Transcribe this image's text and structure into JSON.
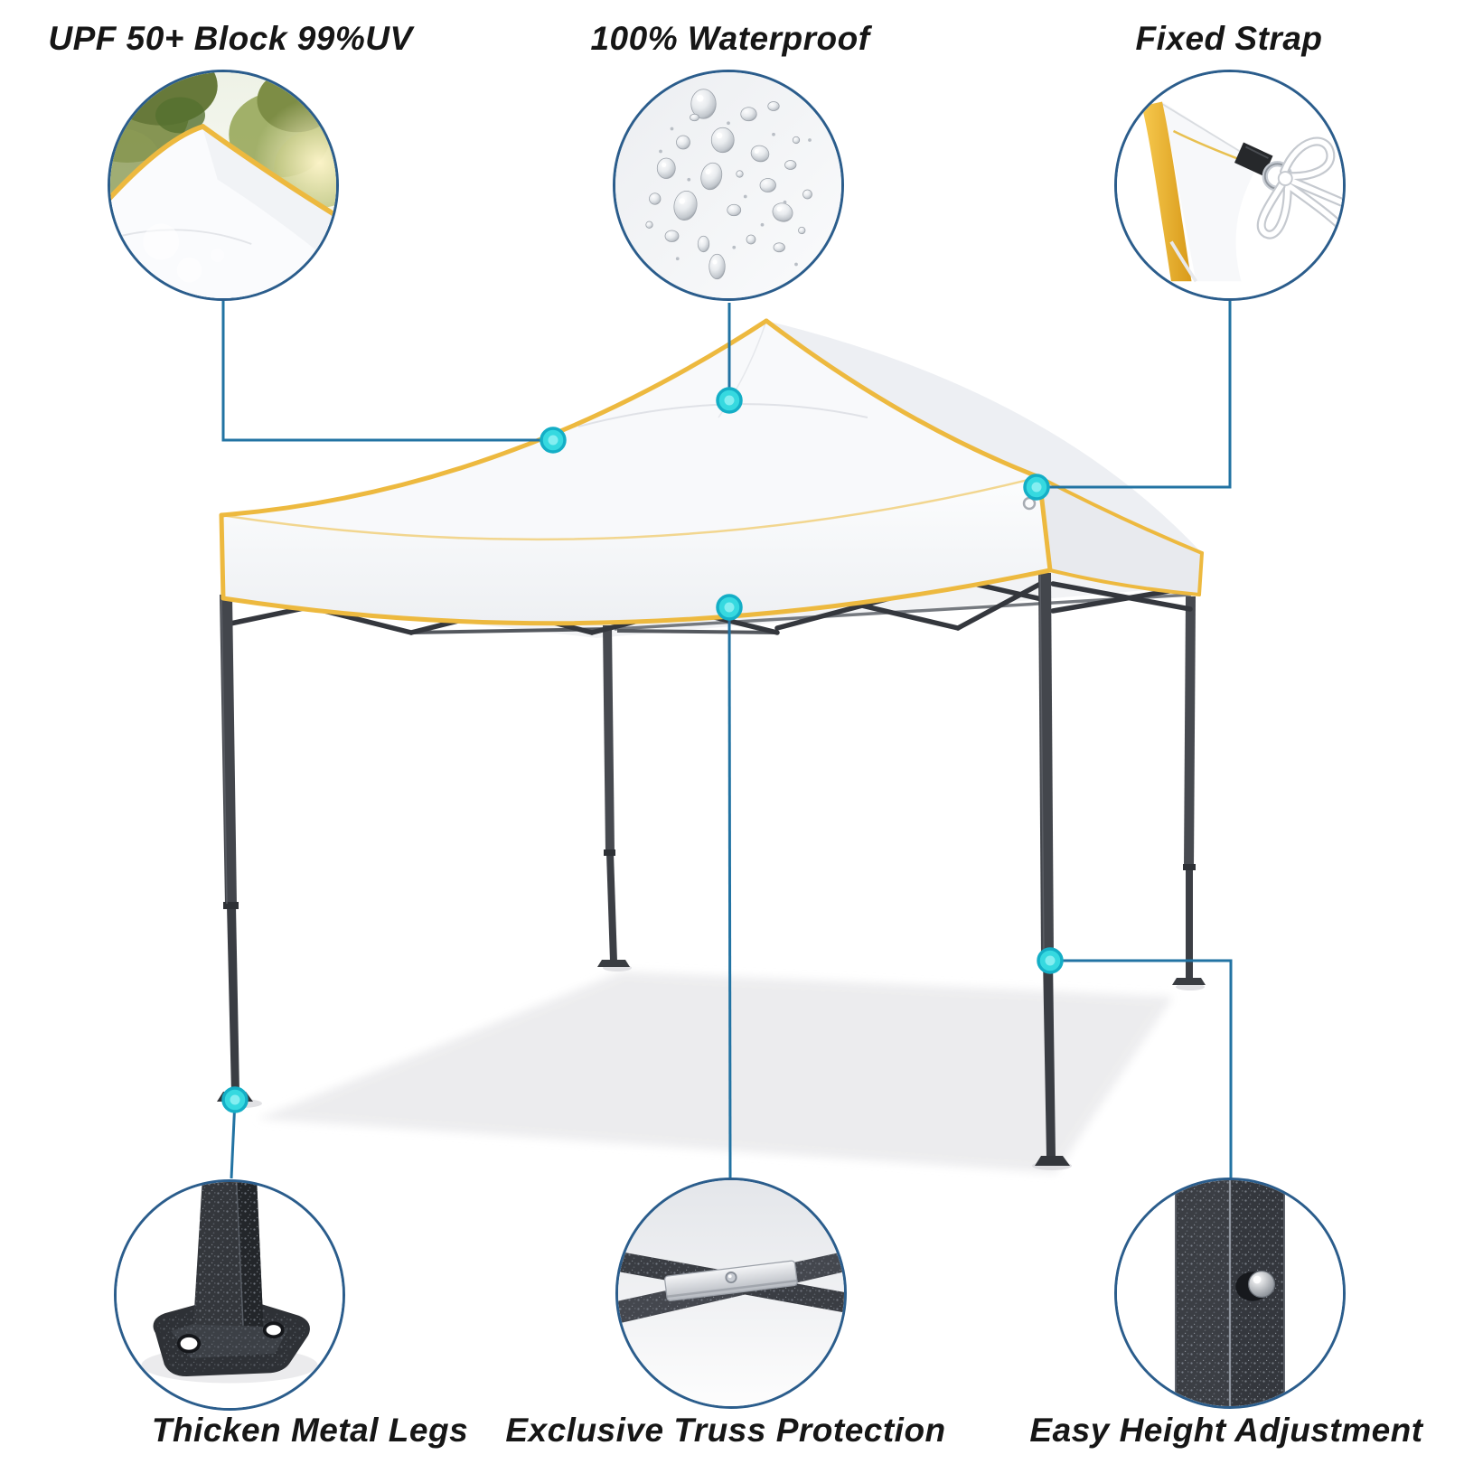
{
  "features": [
    {
      "id": "upf",
      "label": "UPF 50+ Block 99%UV"
    },
    {
      "id": "waterproof",
      "label": "100% Waterproof"
    },
    {
      "id": "fixed-strap",
      "label": "Fixed Strap"
    },
    {
      "id": "metal-legs",
      "label": "Thicken Metal Legs"
    },
    {
      "id": "truss",
      "label": "Exclusive Truss Protection"
    },
    {
      "id": "height-adj",
      "label": "Easy Height Adjustment"
    }
  ],
  "colors": {
    "background": "#ffffff",
    "label_text": "#161616",
    "circle_border": "#2b5d8c",
    "connector_line": "#2273a3",
    "dot_cyan": "#36d9e0",
    "dot_ring": "#14aec6",
    "trim_yellow": "#edb93f",
    "canopy_white": "#f8f9fb",
    "frame_dark": "#3c3f45",
    "shadow_gray": "#ececee"
  }
}
